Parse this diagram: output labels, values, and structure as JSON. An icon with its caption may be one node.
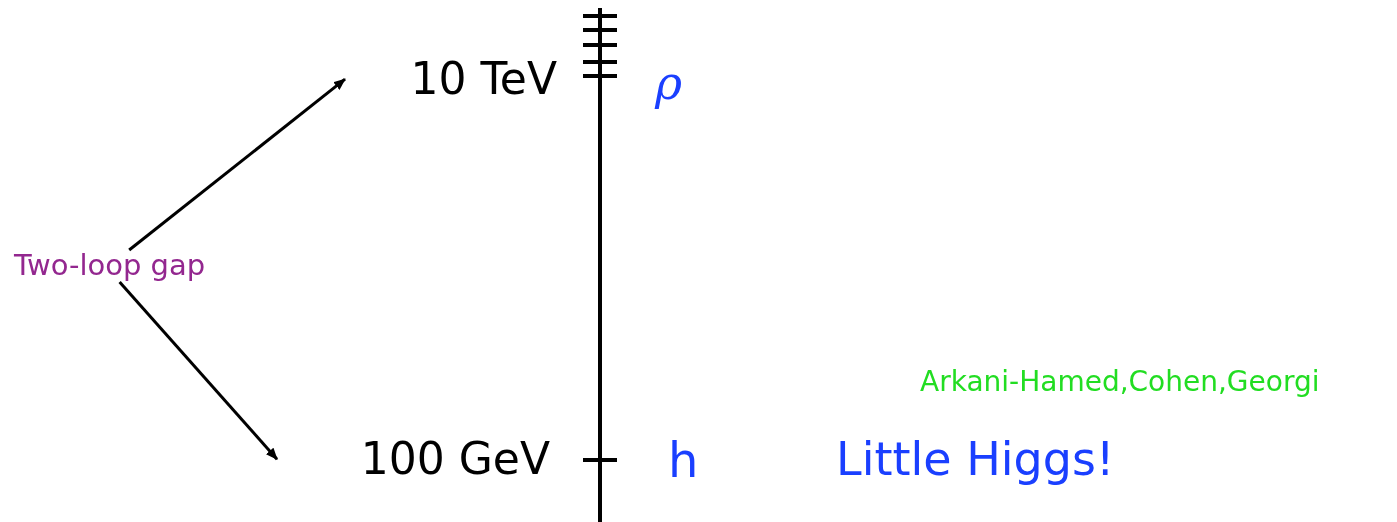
{
  "diagram": {
    "nodes": [
      {
        "text": [
          "Two-loop gap"
        ]
      },
      {
        "text": [
          "10 TeV"
        ]
      },
      {
        "text": [
          "100 GeV"
        ]
      }
    ],
    "edges": [
      {
        "from": 0,
        "to": 1,
        "arrow": "to"
      },
      {
        "from": 0,
        "to": 2,
        "arrow": "to"
      }
    ],
    "labels": [
      "ρ",
      "Arkani-Hamed,Cohen,Georgi",
      "h",
      "Little Higgs!"
    ]
  }
}
